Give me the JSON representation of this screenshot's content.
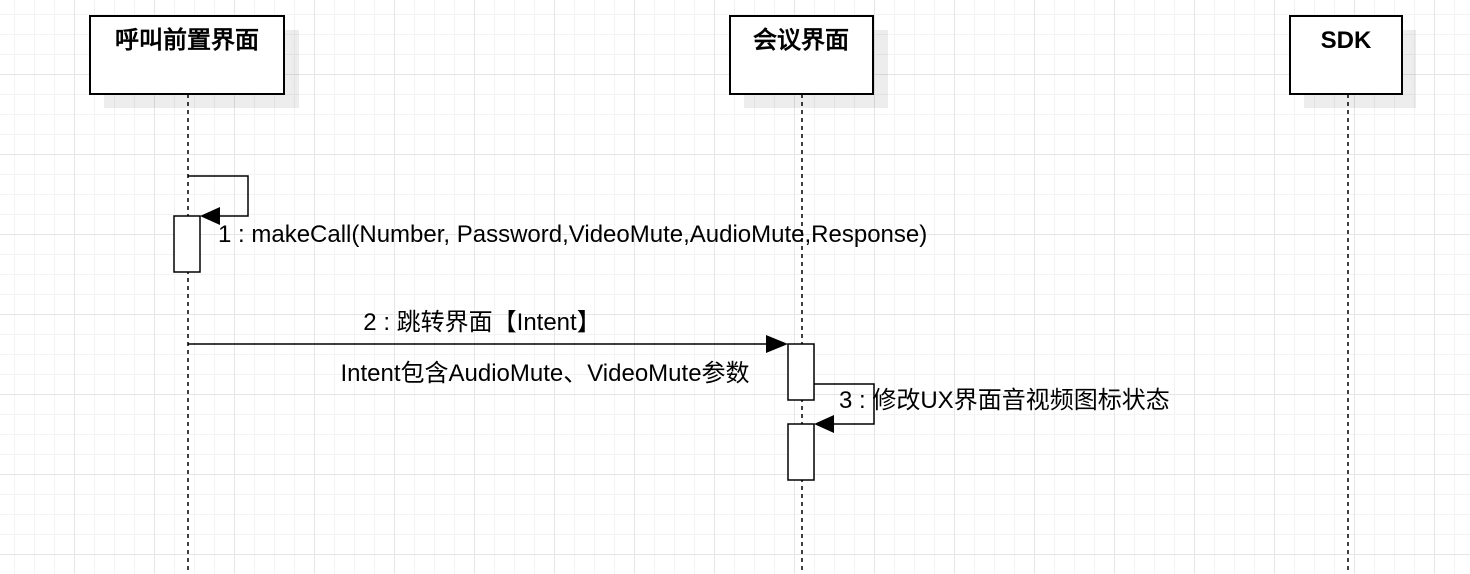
{
  "participants": [
    {
      "id": "call-ui",
      "name": "呼叫前置界面"
    },
    {
      "id": "conf-ui",
      "name": "会议界面"
    },
    {
      "id": "sdk",
      "name": "SDK"
    }
  ],
  "messages": [
    {
      "id": "msg-1",
      "label": "1 : makeCall(Number, Password,VideoMute,AudioMute,Response)"
    },
    {
      "id": "msg-2",
      "label": "2 : 跳转界面【Intent】",
      "note": "Intent包含AudioMute、VideoMute参数"
    },
    {
      "id": "msg-3",
      "label": "3 : 修改UX界面音视频图标状态"
    }
  ]
}
